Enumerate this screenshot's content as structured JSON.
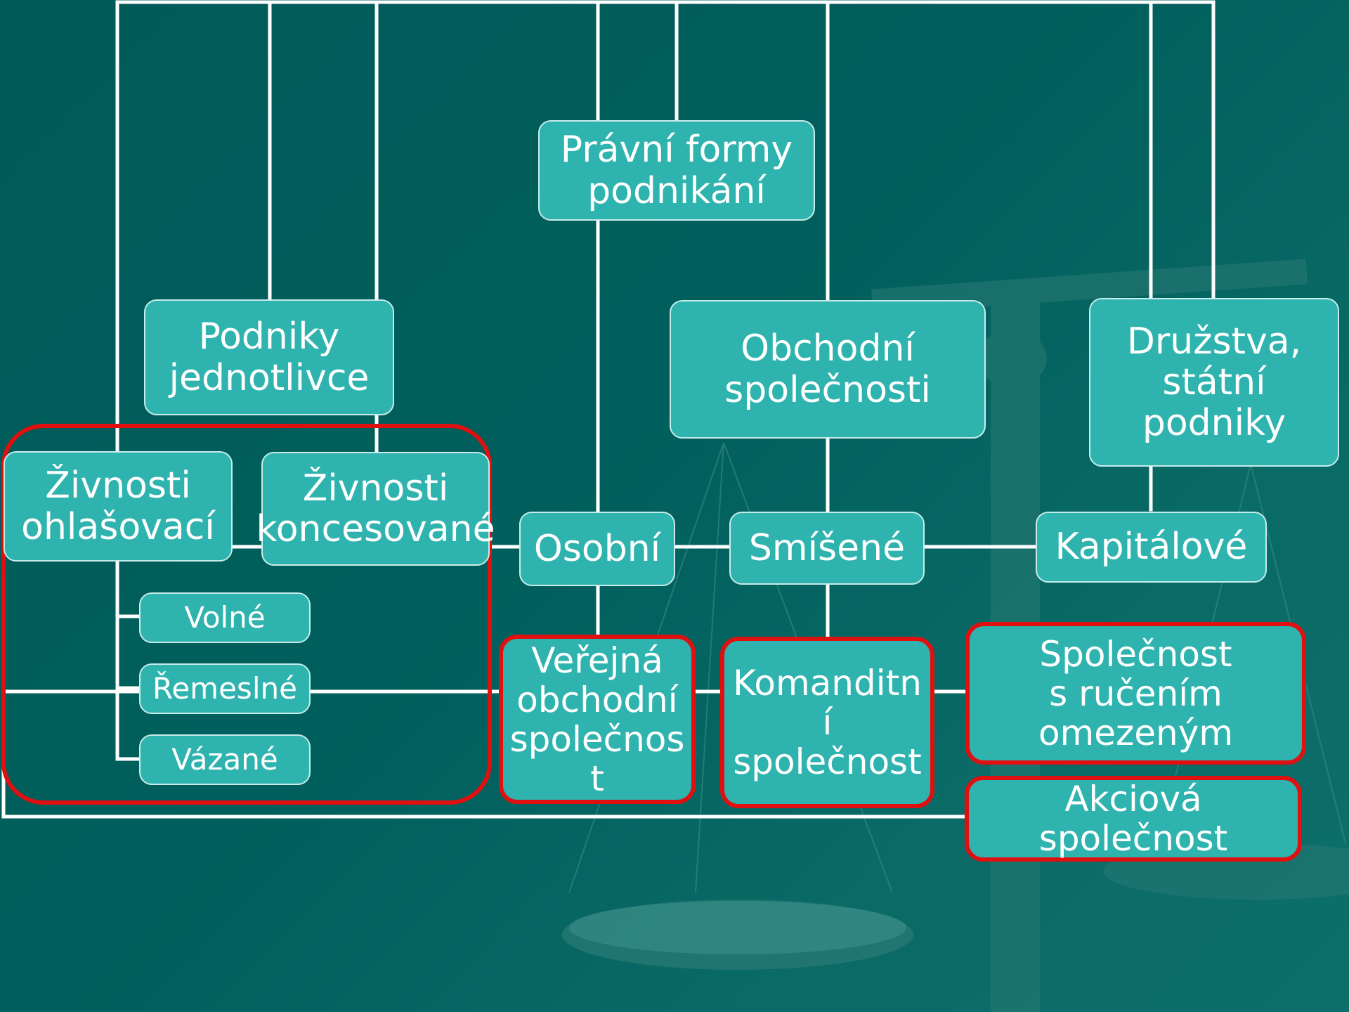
{
  "colors": {
    "background": "#005f5c",
    "box_fill": "#2eb3ae",
    "box_border": "#c8ecea",
    "connector": "#ffffff",
    "highlight": "#e01010"
  },
  "diagram": {
    "root": "Právní formy\npodnikání",
    "podniky": "Podniky\njednotlivce",
    "obchodni": "Obchodní\nspolečnosti",
    "druzstva": "Družstva,\nstátní\npodniky",
    "zivnosti_ohlasovaci": "Živnosti\nohlašovací",
    "zivnosti_koncesovane": "Živnosti\nkoncesované",
    "volne": "Volné",
    "remeslne": "Řemeslné",
    "vazane": "Vázané",
    "osobni": "Osobní",
    "smisene": "Smíšené",
    "kapitalove": "Kapitálové",
    "verejna": "Veřejná\nobchodní\nspolečnos\nt",
    "komanditni": "Komanditn\ní\nspolečnost",
    "sro": "Společnost\ns ručením\nomezeným",
    "as": "Akciová společnost"
  }
}
